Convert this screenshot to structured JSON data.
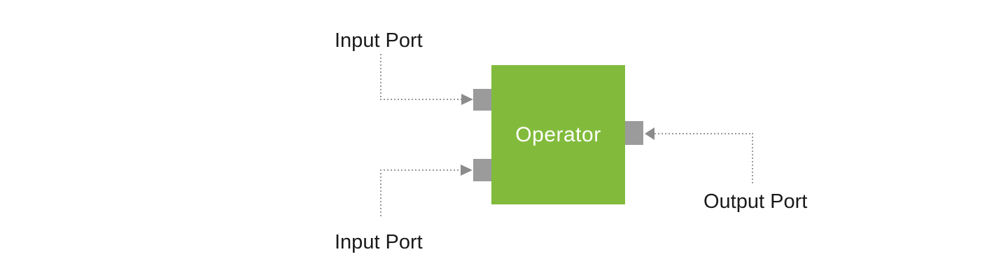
{
  "diagram": {
    "operator_label": "Operator",
    "ports": [
      {
        "name": "input-top",
        "type": "input",
        "label": "Input Port"
      },
      {
        "name": "input-bottom",
        "type": "input",
        "label": "Input Port"
      },
      {
        "name": "output",
        "type": "output",
        "label": "Output Port"
      }
    ]
  },
  "colors": {
    "operator-green": "#82BB3C",
    "port-gray": "#9B9B9B",
    "arrow-gray": "#8C8C8C",
    "connector-gray": "#999999",
    "label-black": "#1A1A1A",
    "background": "#FFFFFF"
  }
}
